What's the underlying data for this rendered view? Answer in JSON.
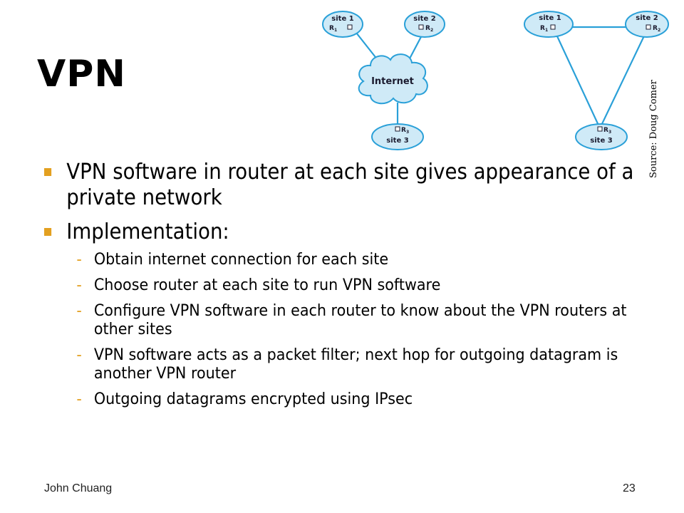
{
  "slide": {
    "title": "VPN",
    "source_credit": "Source: Doug Comer",
    "bullets": [
      {
        "text": "VPN software in router at each site gives appearance of a private network"
      },
      {
        "text": "Implementation:",
        "subbullets": [
          "Obtain internet connection for each site",
          "Choose router at each site to run VPN software",
          "Configure VPN software in each router to know about the VPN routers at other sites",
          "VPN software acts as a packet filter; next hop for outgoing datagram is another VPN router",
          "Outgoing datagrams encrypted using IPsec"
        ]
      }
    ],
    "footer": {
      "author": "John Chuang",
      "page_number": "23"
    },
    "accent_color": "#e3a020"
  },
  "diagram": {
    "internet_label": "Internet",
    "site1_label": "site 1",
    "site2_label": "site 2",
    "site3_label": "site 3",
    "r1_label": "R",
    "r1_sub": "1",
    "r2_label": "R",
    "r2_sub": "2",
    "r3_label": "R",
    "r3_sub": "3",
    "node_fill": "#cfeaf7",
    "node_stroke": "#2aa0d8"
  }
}
